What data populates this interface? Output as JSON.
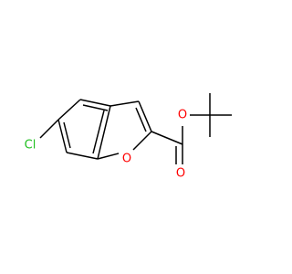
{
  "molecule": {
    "atoms": {
      "chlorine": "Cl",
      "ring_oxygen": "O",
      "ester_ether_oxygen": "O",
      "carbonyl_oxygen": "O"
    },
    "colors": {
      "bond": "#000000",
      "chlorine": "#1fbf1f",
      "oxygen": "#ff0000"
    }
  }
}
